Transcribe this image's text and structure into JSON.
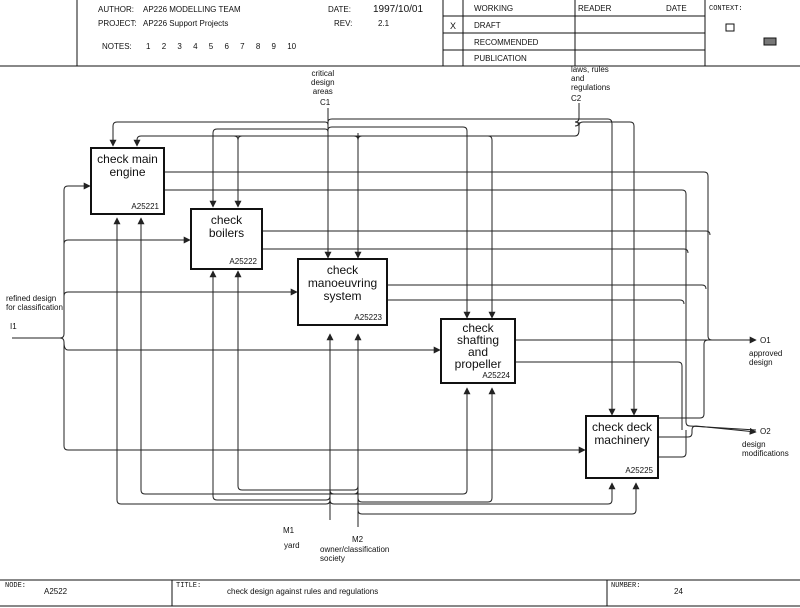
{
  "header": {
    "author_label": "AUTHOR:",
    "author": "AP226  MODELLING TEAM",
    "project_label": "PROJECT:",
    "project": "AP226 Support Projects",
    "date_label": "DATE:",
    "date": "1997/10/01",
    "rev_label": "REV:",
    "rev": "2.1",
    "notes_label": "NOTES:",
    "notes": [
      "1",
      "2",
      "3",
      "4",
      "5",
      "6",
      "7",
      "8",
      "9",
      "10"
    ],
    "status": {
      "working": "WORKING",
      "draft": "DRAFT",
      "recommended": "RECOMMENDED",
      "publication": "PUBLICATION",
      "mark": "X"
    },
    "reader_label": "READER",
    "reader_date_label": "DATE",
    "context_label": "CONTEXT:"
  },
  "activities": [
    {
      "label": "check main\nengine",
      "id": "A25221"
    },
    {
      "label": "check\nboilers",
      "id": "A25222"
    },
    {
      "label": "check\nmanoeuvring\nsystem",
      "id": "A25223"
    },
    {
      "label": "check\nshafting\nand\npropeller",
      "id": "A25224"
    },
    {
      "label": "check deck\nmachinery",
      "id": "A25225"
    }
  ],
  "arrows": {
    "c1_text": "critical\ndesign\nareas",
    "c1_code": "C1",
    "c2_text": "laws, rules\nand\nregulations",
    "c2_code": "C2",
    "i1_text": "refined design\nfor classification",
    "i1_code": "I1",
    "o1_code": "O1",
    "o1_text": "approved\ndesign",
    "o2_code": "O2",
    "o2_text": "design\nmodifications",
    "m1_code": "M1",
    "m1_text": "yard",
    "m2_code": "M2",
    "m2_text": "owner/classification\nsociety"
  },
  "footer": {
    "node_label": "NODE:",
    "node": "A2522",
    "title_label": "TITLE:",
    "title": "check  design against rules  and regulations",
    "number_label": "NUMBER:",
    "number": "24"
  }
}
